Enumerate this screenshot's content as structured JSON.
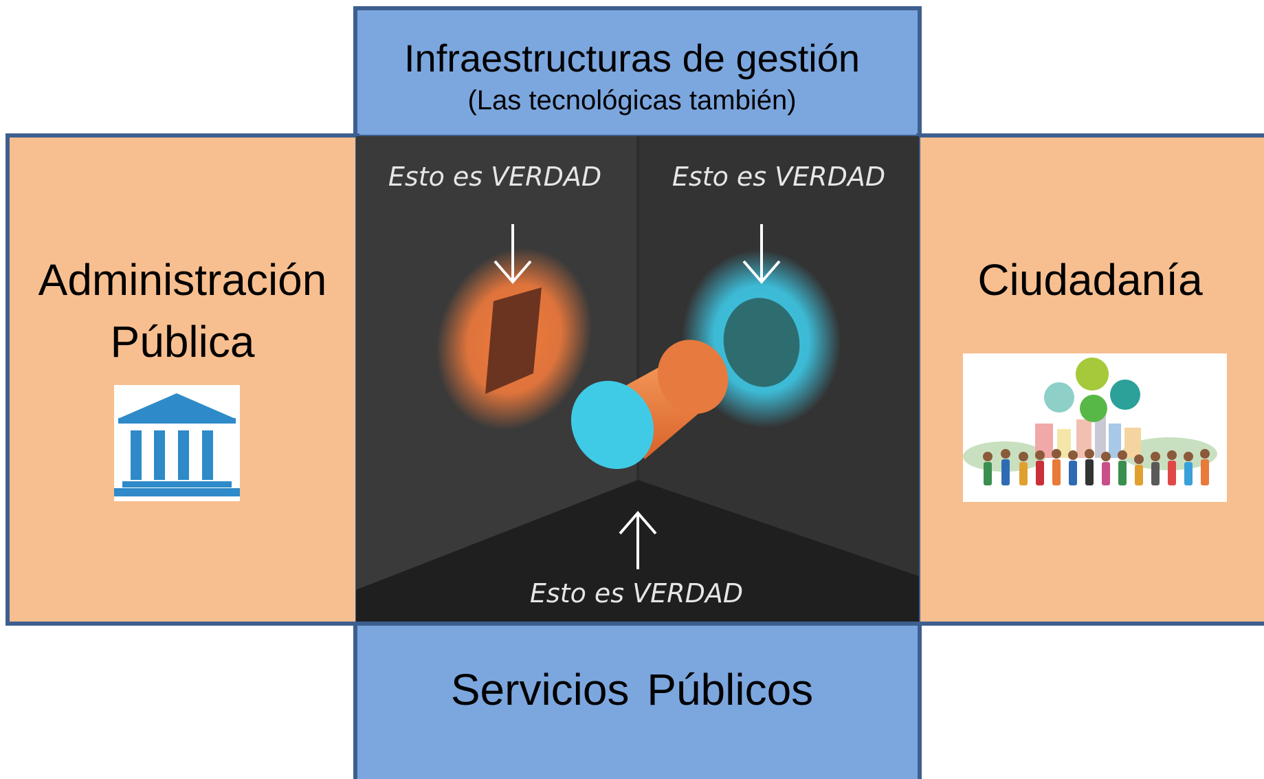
{
  "top": {
    "title": "Infraestructuras de gestión",
    "subtitle": "(Las tecnológicas también)"
  },
  "bottom": {
    "title": "Servicios  Públicos"
  },
  "left": {
    "line1": "Administración",
    "line2": "Pública",
    "icon": "government-building-icon"
  },
  "right": {
    "title": "Ciudadanía",
    "icon": "citizens-crowd-icon"
  },
  "center": {
    "label_left": "Esto es VERDAD",
    "label_right": "Esto es VERDAD",
    "label_bottom": "Esto es VERDAD",
    "colors": {
      "orange": "#f07a3c",
      "cyan": "#3ec8e6",
      "dark": "#2f2f2f"
    }
  },
  "colors": {
    "blue_box": "#7ca6de",
    "peach_box": "#f7be8f",
    "border": "#3d5f8f"
  }
}
